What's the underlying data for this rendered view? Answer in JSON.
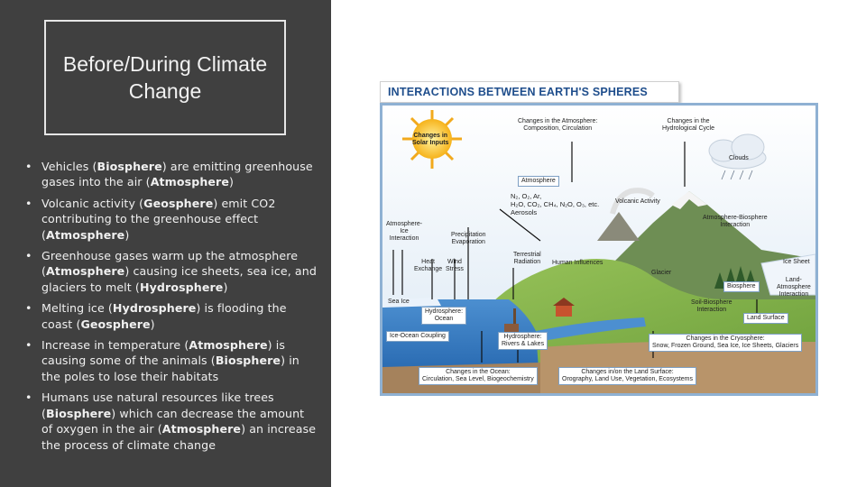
{
  "slide": {
    "title": "Before/During Climate Change",
    "bullets": [
      {
        "parts": [
          {
            "t": "Vehicles ("
          },
          {
            "t": "Biosphere",
            "b": true
          },
          {
            "t": ") are emitting greenhouse gases into the air ("
          },
          {
            "t": "Atmosphere",
            "b": true
          },
          {
            "t": ")"
          }
        ]
      },
      {
        "parts": [
          {
            "t": "Volcanic activity ("
          },
          {
            "t": "Geosphere",
            "b": true
          },
          {
            "t": ") emit CO2 contributing to the greenhouse effect ("
          },
          {
            "t": "Atmosphere",
            "b": true
          },
          {
            "t": ")"
          }
        ]
      },
      {
        "parts": [
          {
            "t": "Greenhouse gases warm up the atmosphere ("
          },
          {
            "t": "Atmosphere",
            "b": true
          },
          {
            "t": ") causing ice sheets, sea ice, and glaciers to melt ("
          },
          {
            "t": "Hydrosphere",
            "b": true
          },
          {
            "t": ")"
          }
        ]
      },
      {
        "parts": [
          {
            "t": "Melting ice ("
          },
          {
            "t": "Hydrosphere",
            "b": true
          },
          {
            "t": ") is flooding the coast ("
          },
          {
            "t": "Geosphere",
            "b": true
          },
          {
            "t": ")"
          }
        ]
      },
      {
        "parts": [
          {
            "t": "Increase in temperature ("
          },
          {
            "t": "Atmosphere",
            "b": true
          },
          {
            "t": ") is causing some of the animals ("
          },
          {
            "t": "Biosphere",
            "b": true
          },
          {
            "t": ") in the poles to lose their habitats"
          }
        ]
      },
      {
        "parts": [
          {
            "t": "Humans use natural resources like trees ("
          },
          {
            "t": "Biosphere",
            "b": true
          },
          {
            "t": ") which can decrease the amount of oxygen in the air ("
          },
          {
            "t": "Atmosphere",
            "b": true
          },
          {
            "t": ") an increase the process of climate change"
          }
        ]
      }
    ]
  },
  "figure": {
    "header": "INTERACTIONS BETWEEN EARTH'S SPHERES",
    "labels": {
      "changes_atmosphere": "Changes in the Atmosphere:\nComposition, Circulation",
      "changes_hydro_cycle": "Changes in the\nHydrological Cycle",
      "solar": "Changes in\nSolar Inputs",
      "clouds": "Clouds",
      "atmosphere": "Atmosphere",
      "gases": "N₂, O₂, Ar,\nH₂O, CO₂, CH₄, N₂O, O₃, etc.\nAerosols",
      "volcanic": "Volcanic Activity",
      "atm_bio": "Atmosphere-Biosphere\nInteraction",
      "atm_ice": "Atmosphere-\nIce\nInteraction",
      "precip": "Precipitation\nEvaporation",
      "terrestrial": "Terrestrial\nRadiation",
      "human": "Human Influences",
      "heat": "Heat\nExchange",
      "wind": "Wind\nStress",
      "glacier": "Glacier",
      "ice_sheet": "Ice Sheet",
      "biosphere": "Biosphere",
      "land_atm": "Land-\nAtmosphere\nInteraction",
      "sea_ice": "Sea Ice",
      "hydro_ocean": "Hydrosphere:\nOcean",
      "soil_bio": "Soil-Biosphere\nInteraction",
      "land_surface": "Land Surface",
      "ice_ocean": "Ice-Ocean Coupling",
      "hydro_rivers": "Hydrosphere:\nRivers & Lakes",
      "cryosphere": "Changes in the Cryosphere:\nSnow, Frozen Ground, Sea Ice, Ice Sheets, Glaciers",
      "ocean_changes": "Changes in the Ocean:\nCirculation, Sea Level, Biogeochemistry",
      "land_changes": "Changes in/on the Land Surface:\nOrography, Land Use, Vegetation, Ecosystems"
    }
  }
}
